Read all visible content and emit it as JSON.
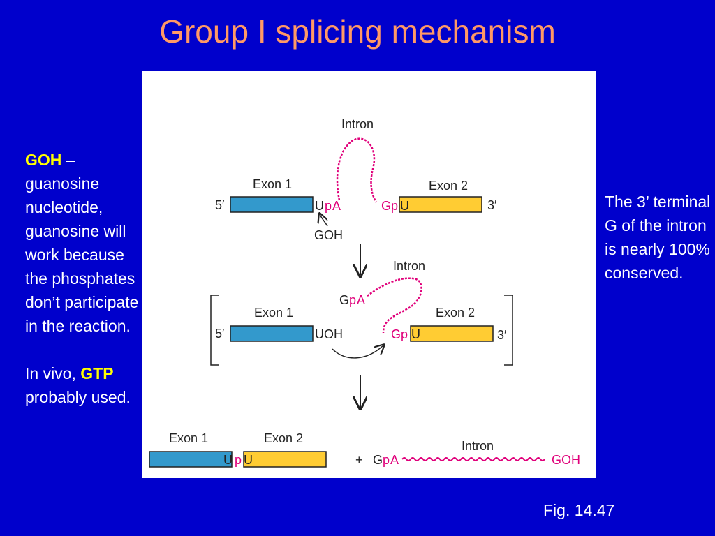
{
  "title": "Group I splicing mechanism",
  "left_note": {
    "goh_term": "GOH",
    "goh_dash": " –",
    "goh_desc": "guanosine nucleotide, guanosine will work because the phosphates don’t participate in the reaction.",
    "in_vivo_prefix": "In vivo, ",
    "gtp_term": "GTP",
    "in_vivo_suffix": "probably used."
  },
  "right_note": "The 3’ terminal G of the intron is nearly 100% conserved.",
  "figure_ref": "Fig. 14.47",
  "colors": {
    "background": "#0000cc",
    "title": "#ff9966",
    "highlight": "#ffff00",
    "exon1": "#3399cc",
    "exon2": "#ffcc33",
    "intron": "#e0007a",
    "phosphate": "#e0007a"
  },
  "diagram": {
    "step1": {
      "intron_label": "Intron",
      "exon1_label": "Exon 1",
      "exon2_label": "Exon 2",
      "five_prime": "5′",
      "three_prime": "3′",
      "u": "U",
      "p": "p",
      "a": "A",
      "g": "G",
      "p2": "p",
      "u2": "U",
      "goh": "GOH"
    },
    "step2": {
      "intron_label": "Intron",
      "exon1_label": "Exon 1",
      "exon2_label": "Exon 2",
      "five_prime": "5′",
      "three_prime": "3′",
      "g_top": "G",
      "p_top": "p",
      "a_top": "A",
      "uoh": "UOH",
      "g": "G",
      "p": "p",
      "u": "U"
    },
    "step3": {
      "exon1_label": "Exon 1",
      "exon2_label": "Exon 2",
      "u": "U",
      "p": "p",
      "u2": "U",
      "plus": "+",
      "g": "G",
      "p2": "p",
      "a": "A",
      "intron_label": "Intron",
      "goh": "GOH"
    }
  }
}
